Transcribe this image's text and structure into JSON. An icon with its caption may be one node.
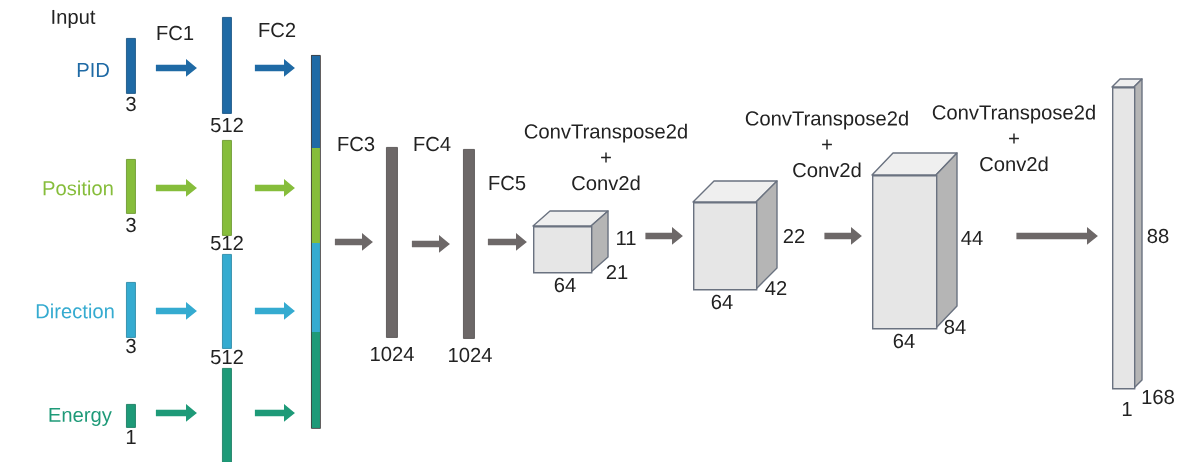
{
  "diagram": {
    "nodes": [
      {
        "text": [],
        "shape": "bar",
        "beside": [
          "PID",
          "3"
        ]
      },
      {
        "text": [],
        "shape": "bar",
        "beside": [
          "Position",
          "3"
        ]
      },
      {
        "text": [],
        "shape": "bar",
        "beside": [
          "Direction",
          "3"
        ]
      },
      {
        "text": [],
        "shape": "bar",
        "beside": [
          "Energy",
          "1"
        ]
      },
      {
        "text": [],
        "shape": "bar",
        "beside": [
          "512"
        ]
      },
      {
        "text": [],
        "shape": "bar",
        "beside": [
          "512"
        ]
      },
      {
        "text": [],
        "shape": "bar",
        "beside": [
          "512"
        ]
      },
      {
        "text": [],
        "shape": "bar"
      },
      {
        "text": [],
        "shape": "bar"
      },
      {
        "text": [],
        "shape": "bar",
        "beside": [
          "1024"
        ]
      },
      {
        "text": [],
        "shape": "bar",
        "beside": [
          "1024"
        ]
      },
      {
        "text": [],
        "shape": "cube",
        "beside": [
          "11",
          "64",
          "21"
        ]
      },
      {
        "text": [],
        "shape": "cube",
        "beside": [
          "22",
          "64",
          "42"
        ]
      },
      {
        "text": [],
        "shape": "cube",
        "beside": [
          "44",
          "64",
          "84"
        ]
      },
      {
        "text": [],
        "shape": "cube",
        "beside": [
          "88",
          "1",
          "168"
        ]
      }
    ],
    "edges": [
      {
        "from": 0,
        "to": 4,
        "arrow": "to",
        "color": "#1f6aa5"
      },
      {
        "from": 1,
        "to": 5,
        "arrow": "to",
        "color": "#86bd3b"
      },
      {
        "from": 2,
        "to": 6,
        "arrow": "to",
        "color": "#35abd0"
      },
      {
        "from": 3,
        "to": 7,
        "arrow": "to",
        "color": "#1e9a78"
      },
      {
        "from": 4,
        "to": 8,
        "arrow": "to",
        "color": "#1f6aa5"
      },
      {
        "from": 5,
        "to": 8,
        "arrow": "to",
        "color": "#86bd3b"
      },
      {
        "from": 6,
        "to": 8,
        "arrow": "to",
        "color": "#35abd0"
      },
      {
        "from": 7,
        "to": 8,
        "arrow": "to",
        "color": "#1e9a78"
      },
      {
        "from": 8,
        "to": 9,
        "arrow": "to"
      },
      {
        "from": 9,
        "to": 10,
        "arrow": "to"
      },
      {
        "from": 10,
        "to": 11,
        "arrow": "to"
      },
      {
        "from": 11,
        "to": 12,
        "arrow": "to"
      },
      {
        "from": 12,
        "to": 13,
        "arrow": "to"
      },
      {
        "from": 13,
        "to": 14,
        "arrow": "to"
      }
    ],
    "labels": [
      "Input",
      "FC1",
      "FC2",
      "FC3",
      "FC4",
      "FC5",
      "ConvTranspose2d + Conv2d",
      "ConvTranspose2d + Conv2d",
      "ConvTranspose2d + Conv2d"
    ]
  }
}
